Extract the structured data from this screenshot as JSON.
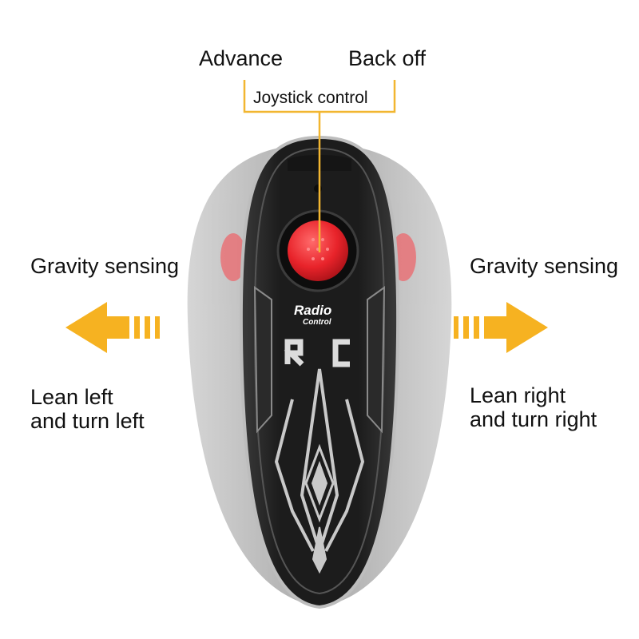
{
  "joystick": {
    "forward_label": "Advance",
    "backward_label": "Back off",
    "control_label": "Joystick control"
  },
  "left": {
    "mode_label": "Gravity sensing",
    "action_line1": "Lean left",
    "action_line2": "and turn left"
  },
  "right": {
    "mode_label": "Gravity sensing",
    "action_line1": "Lean right",
    "action_line2": "and turn right"
  },
  "device": {
    "brand_line1": "Radio",
    "brand_line2": "Control",
    "logo_letters": "RC"
  },
  "colors": {
    "arrow": "#F6B221",
    "bracket": "#F2B630",
    "body": "#1E1E1E",
    "trim": "#B9B9B9",
    "button": "#E8232A"
  }
}
